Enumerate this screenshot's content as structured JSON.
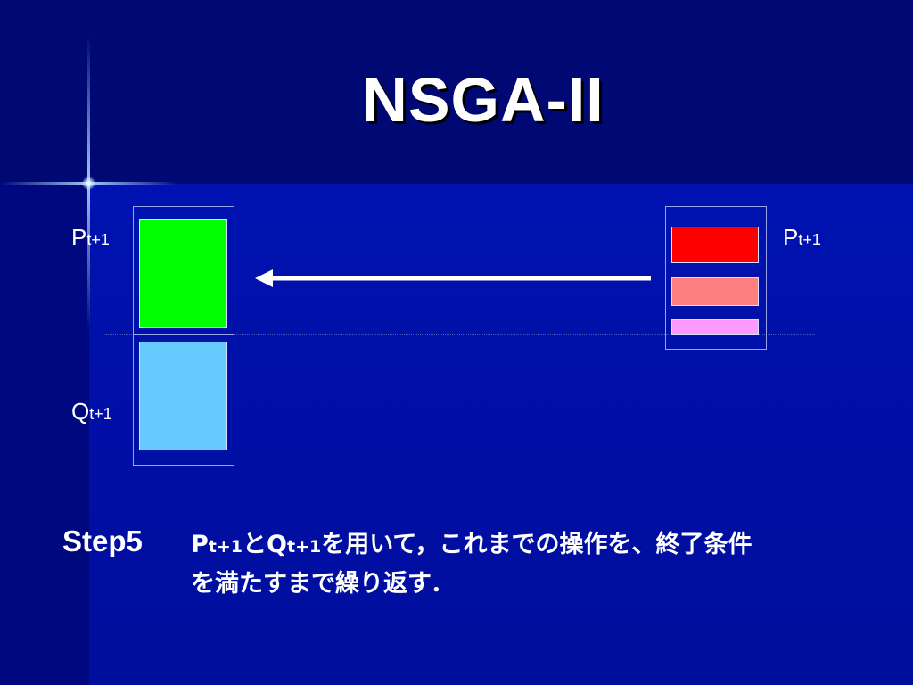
{
  "title": "NSGA-II",
  "left_stack": {
    "top_label": {
      "main": "P",
      "sub": "t+1"
    },
    "bottom_label": {
      "main": "Q",
      "sub": "t+1"
    },
    "top_color": "#00ff00",
    "bottom_color": "#66ccff"
  },
  "right_stack": {
    "label": {
      "main": "P",
      "sub": "t+1"
    },
    "colors": [
      "#ff0000",
      "#ff8080",
      "#ff99ff"
    ]
  },
  "step": {
    "label": "Step5",
    "p_main": "P",
    "p_sub": "t+1",
    "and": "と",
    "q_main": "Q",
    "q_sub": "t+1",
    "rest_line1": "を用いて，これまでの操作を、終了条件",
    "line2": "を満たすまで繰り返す．"
  }
}
